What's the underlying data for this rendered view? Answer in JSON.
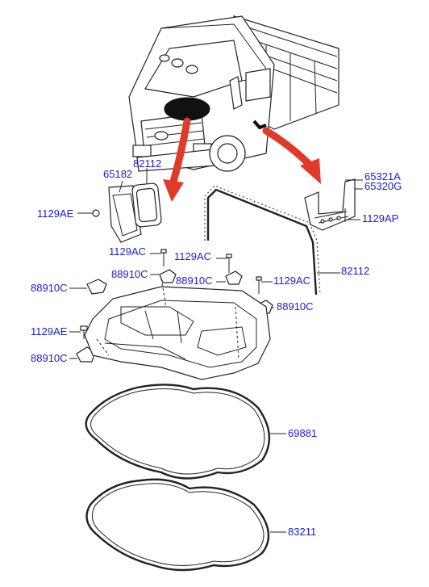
{
  "labels": {
    "l_65182": "65182",
    "l_82112_top": "82112",
    "l_1129AE_top": "1129AE",
    "l_65321A": "65321A",
    "l_65320G": "65320G",
    "l_1129AP": "1129AP",
    "l_1129AC_a": "1129AC",
    "l_1129AC_b": "1129AC",
    "l_82112_right": "82112",
    "l_88910C_a": "88910C",
    "l_88910C_b": "88910C",
    "l_88910C_c": "88910C",
    "l_1129AC_c": "1129AC",
    "l_88910C_d": "88910C",
    "l_1129AE_bot": "1129AE",
    "l_88910C_e": "88910C",
    "l_69881": "69881",
    "l_83211": "83211"
  },
  "colors": {
    "label": "#1a1ad6",
    "arrow": "#e03a2a",
    "line": "#222222"
  }
}
